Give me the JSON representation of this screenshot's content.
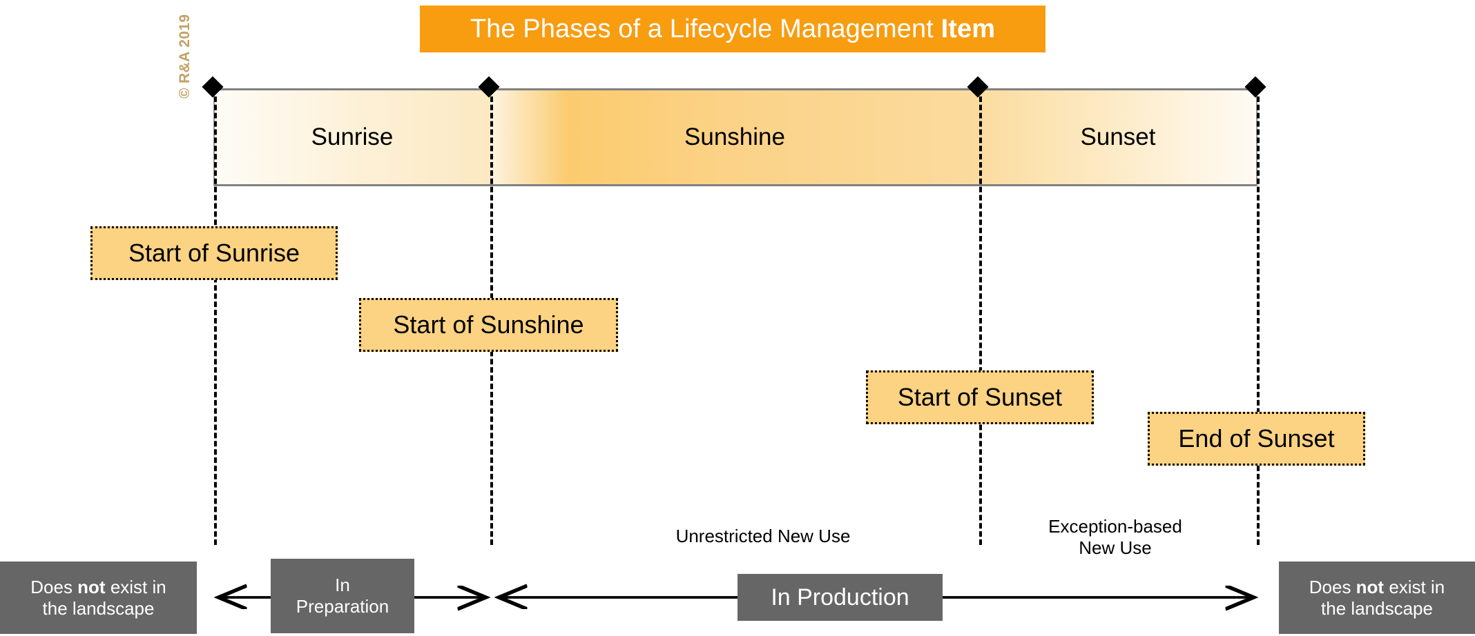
{
  "title": {
    "prefix": "The Phases of a Lifecycle Management ",
    "emphasis": "Item",
    "background_color": "#F89C10",
    "text_color": "#FFFFFF"
  },
  "copyright": {
    "text": "© R&A 2019",
    "color": "#C2A165"
  },
  "phase_bar": {
    "segments": [
      {
        "label": "Sunrise",
        "start_pct": 0,
        "width_pct": 26.5
      },
      {
        "label": "Sunshine",
        "start_pct": 26.5,
        "width_pct": 46.9
      },
      {
        "label": "Sunset",
        "start_pct": 73.4,
        "width_pct": 26.6
      }
    ],
    "border_color": "#808080",
    "fill_colors": [
      "#FEFCF6",
      "#FBCB6E",
      "#FEFBF5"
    ]
  },
  "milestones": [
    {
      "id": "start-of-sunrise",
      "label": "Start of Sunrise"
    },
    {
      "id": "start-of-sunshine",
      "label": "Start of Sunshine"
    },
    {
      "id": "start-of-sunset",
      "label": "Start of Sunset"
    },
    {
      "id": "end-of-sunset",
      "label": "End of Sunset"
    }
  ],
  "callout_style": {
    "fill": "#FCD383",
    "border": "#000000"
  },
  "annotations": [
    {
      "id": "unrestricted-new-use",
      "text": "Unrestricted New Use"
    },
    {
      "id": "exception-based-new-use",
      "text": "Exception-based\nNew Use"
    }
  ],
  "status_boxes": [
    {
      "id": "left-not-exist",
      "line1_prefix": "Does ",
      "line1_emphasis": "not",
      "line1_suffix": " exist in",
      "line2": "the landscape"
    },
    {
      "id": "in-preparation",
      "line1": "In",
      "line2": "Preparation"
    },
    {
      "id": "in-production",
      "line1": "In Production"
    },
    {
      "id": "right-not-exist",
      "line1_prefix": "Does ",
      "line1_emphasis": "not",
      "line1_suffix": " exist in",
      "line2": "the landscape"
    }
  ],
  "status_box_color": "#666666",
  "status_box_text_color": "#FFFFFF"
}
